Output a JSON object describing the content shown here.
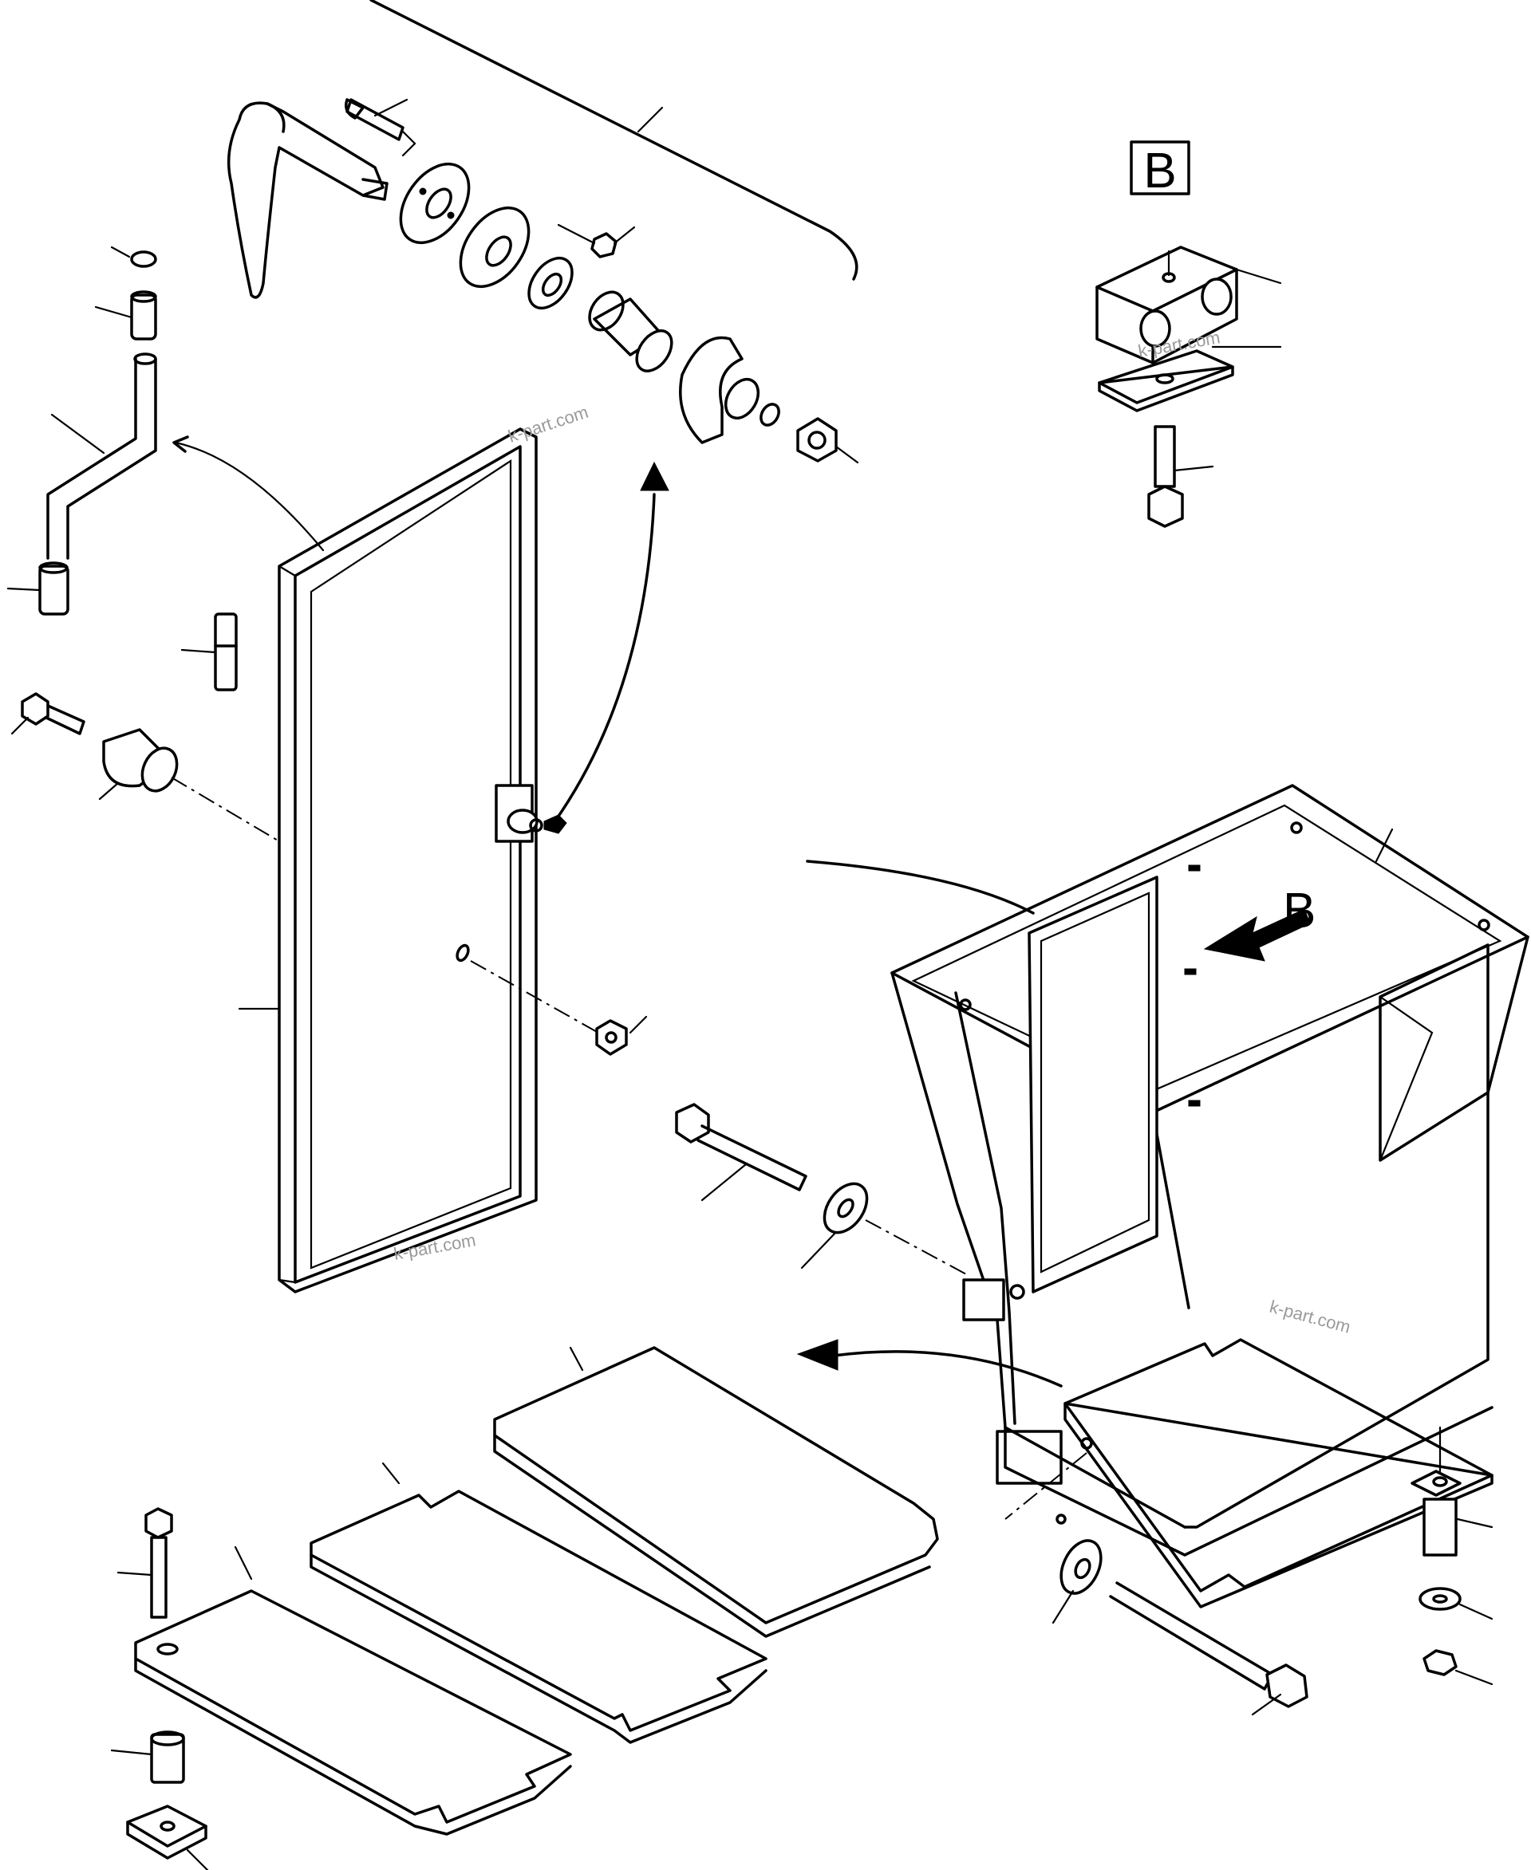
{
  "diagram": {
    "view_label_box": "B",
    "view_arrow_label": "B",
    "watermark": "k-part.com"
  }
}
